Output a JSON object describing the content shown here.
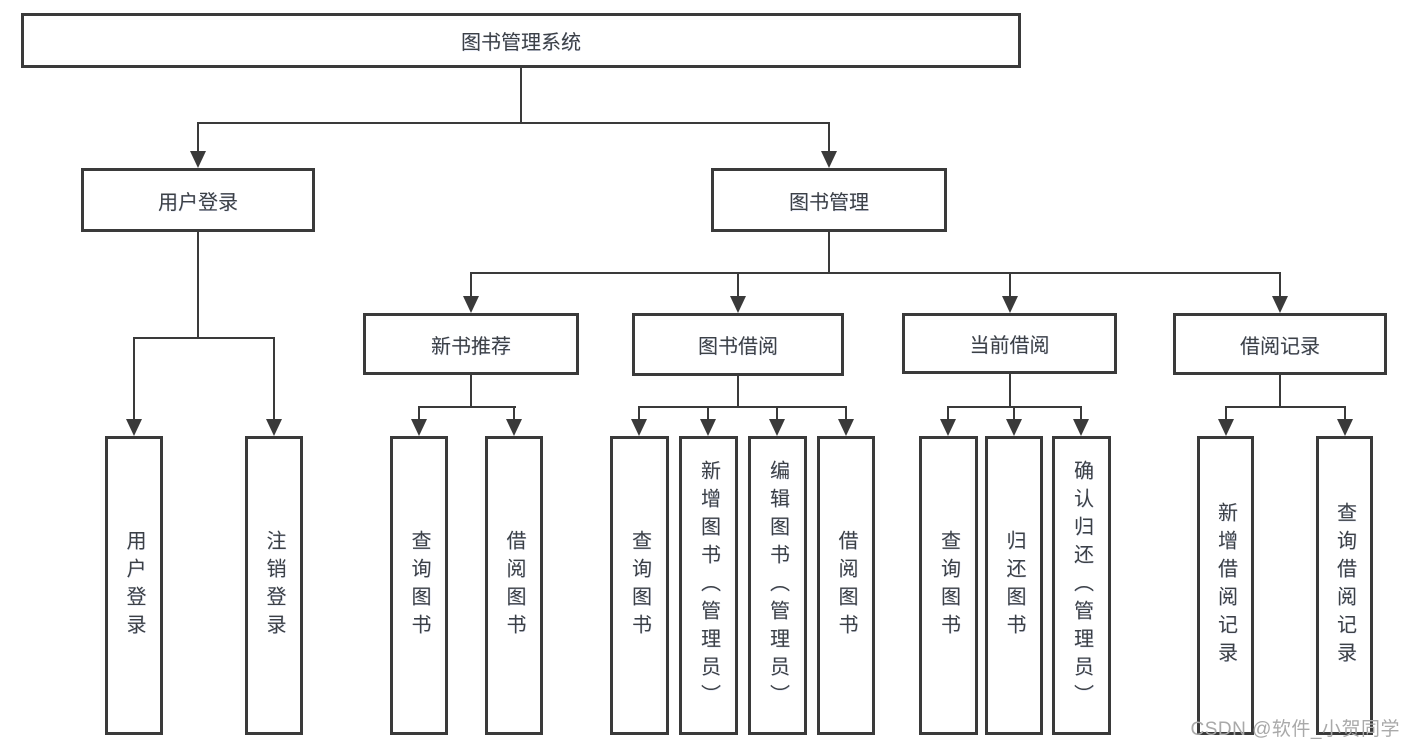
{
  "diagram_type": "function-tree",
  "tree": {
    "root": "图书管理系统",
    "branches": [
      {
        "label": "用户登录",
        "leaves": [
          "用户登录",
          "注销登录"
        ]
      },
      {
        "label": "图书管理",
        "groups": [
          {
            "label": "新书推荐",
            "leaves": [
              "查询图书",
              "借阅图书"
            ]
          },
          {
            "label": "图书借阅",
            "leaves": [
              "查询图书",
              "新增图书（管理员）",
              "编辑图书（管理员）",
              "借阅图书"
            ]
          },
          {
            "label": "当前借阅",
            "leaves": [
              "查询图书",
              "归还图书",
              "确认归还（管理员）"
            ]
          },
          {
            "label": "借阅记录",
            "leaves": [
              "新增借阅记录",
              "查询借阅记录"
            ]
          }
        ]
      }
    ]
  },
  "watermark": "CSDN @软件_小贺同学",
  "colors": {
    "line": "#3a3a3a",
    "text": "#3c4045",
    "watermark": "#a9a9a9",
    "background": "#ffffff"
  }
}
